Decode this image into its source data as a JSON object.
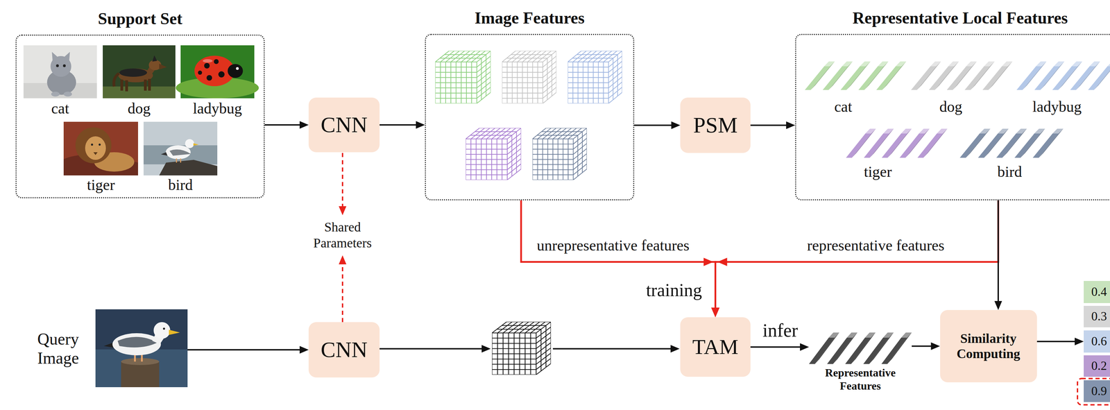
{
  "diagram": {
    "nodes": [
      {
        "text": [
          "Support Set"
        ]
      },
      {
        "text": [
          "cat"
        ],
        "in": 0
      },
      {
        "text": [
          "dog"
        ],
        "in": 0
      },
      {
        "text": [
          "ladybug"
        ],
        "in": 0
      },
      {
        "text": [
          "tiger"
        ],
        "in": 0
      },
      {
        "text": [
          "bird"
        ],
        "in": 0
      },
      {
        "text": [
          "CNN"
        ]
      },
      {
        "text": [
          "Image Features"
        ]
      },
      {
        "text": [
          "PSM"
        ]
      },
      {
        "text": [
          "Representative Local Features"
        ]
      },
      {
        "text": [
          "cat"
        ],
        "in": 9
      },
      {
        "text": [
          "dog"
        ],
        "in": 9
      },
      {
        "text": [
          "ladybug"
        ],
        "in": 9
      },
      {
        "text": [
          "tiger"
        ],
        "in": 9
      },
      {
        "text": [
          "bird"
        ],
        "in": 9
      },
      {
        "text": [
          "Query Image"
        ]
      },
      {
        "text": [
          "CNN"
        ]
      },
      {
        "text": [
          "TAM"
        ]
      },
      {
        "text": [
          "Representative Features"
        ]
      },
      {
        "text": [
          "Similarity Computing"
        ]
      },
      {
        "text": [
          "0.4"
        ]
      },
      {
        "text": [
          "0.3"
        ]
      },
      {
        "text": [
          "0.6"
        ]
      },
      {
        "text": [
          "0.2"
        ]
      },
      {
        "text": [
          "0.9"
        ]
      }
    ],
    "edges": [
      {
        "from": 0,
        "to": 6,
        "arrow": "to"
      },
      {
        "from": 6,
        "to": 7,
        "arrow": "to"
      },
      {
        "from": 7,
        "to": 8,
        "arrow": "to"
      },
      {
        "from": 8,
        "to": 9,
        "arrow": "to"
      },
      {
        "from": 7,
        "to": 17,
        "label": "unrepresentative features",
        "arrow": "to"
      },
      {
        "from": 9,
        "to": 17,
        "label": "representative features",
        "arrow": "to"
      },
      {
        "from": 9,
        "to": 19,
        "arrow": "to"
      },
      {
        "from": 15,
        "to": 16,
        "arrow": "to"
      },
      {
        "from": 17,
        "to": 18,
        "label": "infer",
        "arrow": "to"
      },
      {
        "from": 18,
        "to": 19,
        "arrow": "to"
      },
      {
        "from": 19,
        "to": 22,
        "arrow": "to"
      }
    ],
    "labels": [
      "Shared Parameters",
      "training"
    ]
  }
}
